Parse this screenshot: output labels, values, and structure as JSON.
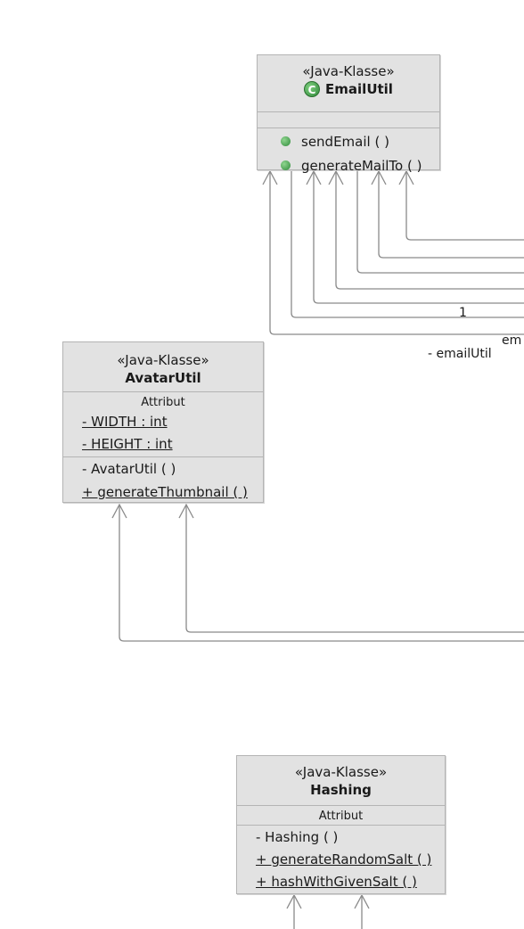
{
  "classes": {
    "email_util": {
      "stereotype": "«Java-Klasse»",
      "name": "EmailUtil",
      "icon": "class-c-icon",
      "icon_glyph": "C",
      "methods": [
        "sendEmail ( )",
        "generateMailTo ( )"
      ]
    },
    "avatar_util": {
      "stereotype": "«Java-Klasse»",
      "name": "AvatarUtil",
      "attributes_title": "Attribut",
      "attributes": [
        "- WIDTH : int",
        "- HEIGHT : int"
      ],
      "methods": [
        "- AvatarUtil ( )",
        "+ generateThumbnail ( )"
      ]
    },
    "hashing": {
      "stereotype": "«Java-Klasse»",
      "name": "Hashing",
      "attributes_title": "Attribut",
      "methods": [
        "- Hashing ( )",
        "+ generateRandomSalt ( )",
        "+ hashWithGivenSalt ( )"
      ]
    }
  },
  "edge_labels": {
    "multiplicity": "1",
    "role_cut": "em",
    "role": "- emailUtil"
  },
  "colors": {
    "box_fill": "#e2e2e2",
    "box_border": "#b4b4b4",
    "connector": "#8a8a8a",
    "icon_green": "#2f8a3a"
  }
}
